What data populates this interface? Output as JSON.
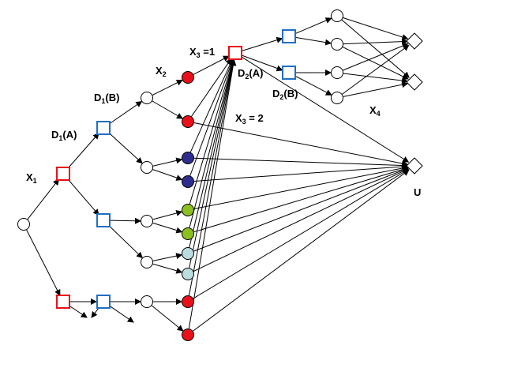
{
  "labels": {
    "x1": {
      "base": "X",
      "sub": "1",
      "rest": ""
    },
    "d1a": {
      "base": "D",
      "sub": "1",
      "rest": "(A)"
    },
    "d1b": {
      "base": "D",
      "sub": "1",
      "rest": "(B)"
    },
    "x2": {
      "base": "X",
      "sub": "2",
      "rest": ""
    },
    "x3eq1": {
      "base": "X",
      "sub": "3",
      "rest": " =1"
    },
    "d2a": {
      "base": "D",
      "sub": "2",
      "rest": "(A)"
    },
    "d2b": {
      "base": "D",
      "sub": "2",
      "rest": "(B)"
    },
    "x3eq2": {
      "base": "X",
      "sub": "3",
      "rest": " = 2"
    },
    "x4": {
      "base": "X",
      "sub": "4",
      "rest": ""
    },
    "u": {
      "base": "U",
      "sub": "",
      "rest": ""
    }
  },
  "colors": {
    "decision_red": "#e8101a",
    "decision_blue": "#1f6fc4",
    "red_node": "#e8101a",
    "navy_node": "#2e2e8c",
    "green_node": "#8cc020",
    "lightblue_node": "#bcdde0",
    "line": "#000000"
  }
}
